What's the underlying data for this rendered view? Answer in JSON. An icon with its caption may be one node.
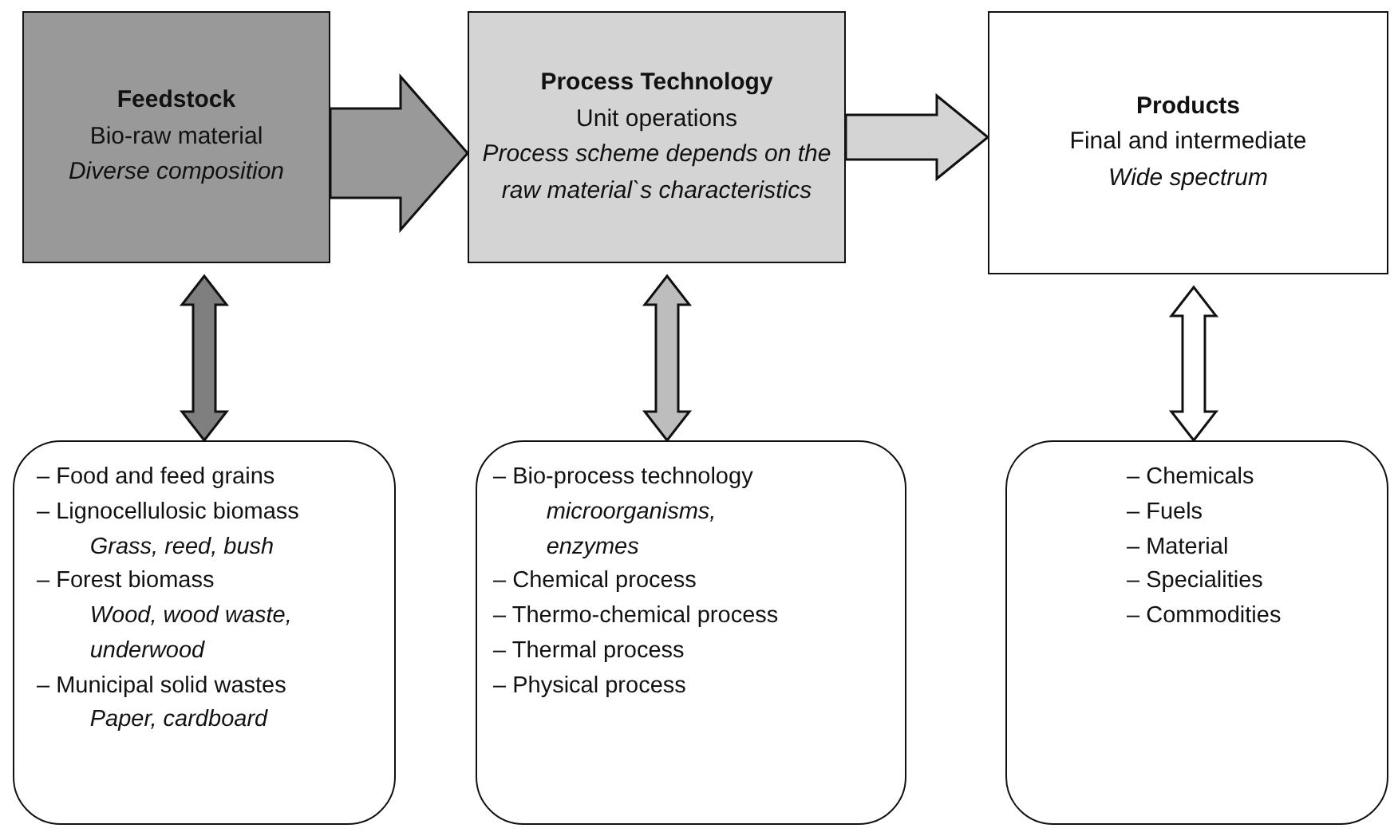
{
  "diagram": {
    "nodes": [
      {
        "text": [
          "Feedstock",
          "Bio-raw material",
          "*Diverse composition*"
        ]
      },
      {
        "text": [
          "Process Technology",
          "Unit operations",
          "*Process scheme depends on the raw material`s characteristics*"
        ]
      },
      {
        "text": [
          "Products",
          "Final and intermediate",
          "*Wide spectrum*"
        ]
      },
      {
        "text": [
          "– Food and feed grains",
          "– Lignocellulosic biomass",
          "*Grass, reed, bush*",
          "– Forest biomass",
          "*Wood, wood waste, underwood*",
          "– Municipal solid wastes",
          "*Paper, cardboard*"
        ]
      },
      {
        "text": [
          "– Bio-process technology",
          "*microorganisms, enzymes*",
          "– Chemical process",
          "– Thermo-chemical process",
          "– Thermal process",
          "– Physical process"
        ]
      },
      {
        "text": [
          "– Chemicals",
          "– Fuels",
          "– Material",
          "– Specialities",
          "– Commodities"
        ]
      }
    ],
    "edges": [
      {
        "from": 0,
        "to": 1,
        "arrow": "to",
        "color": "#999999"
      },
      {
        "from": 1,
        "to": 2,
        "arrow": "to",
        "color": "#d4d4d4"
      },
      {
        "from": 0,
        "to": 3,
        "arrow": "both",
        "color": "#7f7f7f"
      },
      {
        "from": 1,
        "to": 4,
        "arrow": "both",
        "color": "#bdbdbd"
      },
      {
        "from": 2,
        "to": 5,
        "arrow": "both",
        "color": "#ffffff"
      }
    ]
  }
}
